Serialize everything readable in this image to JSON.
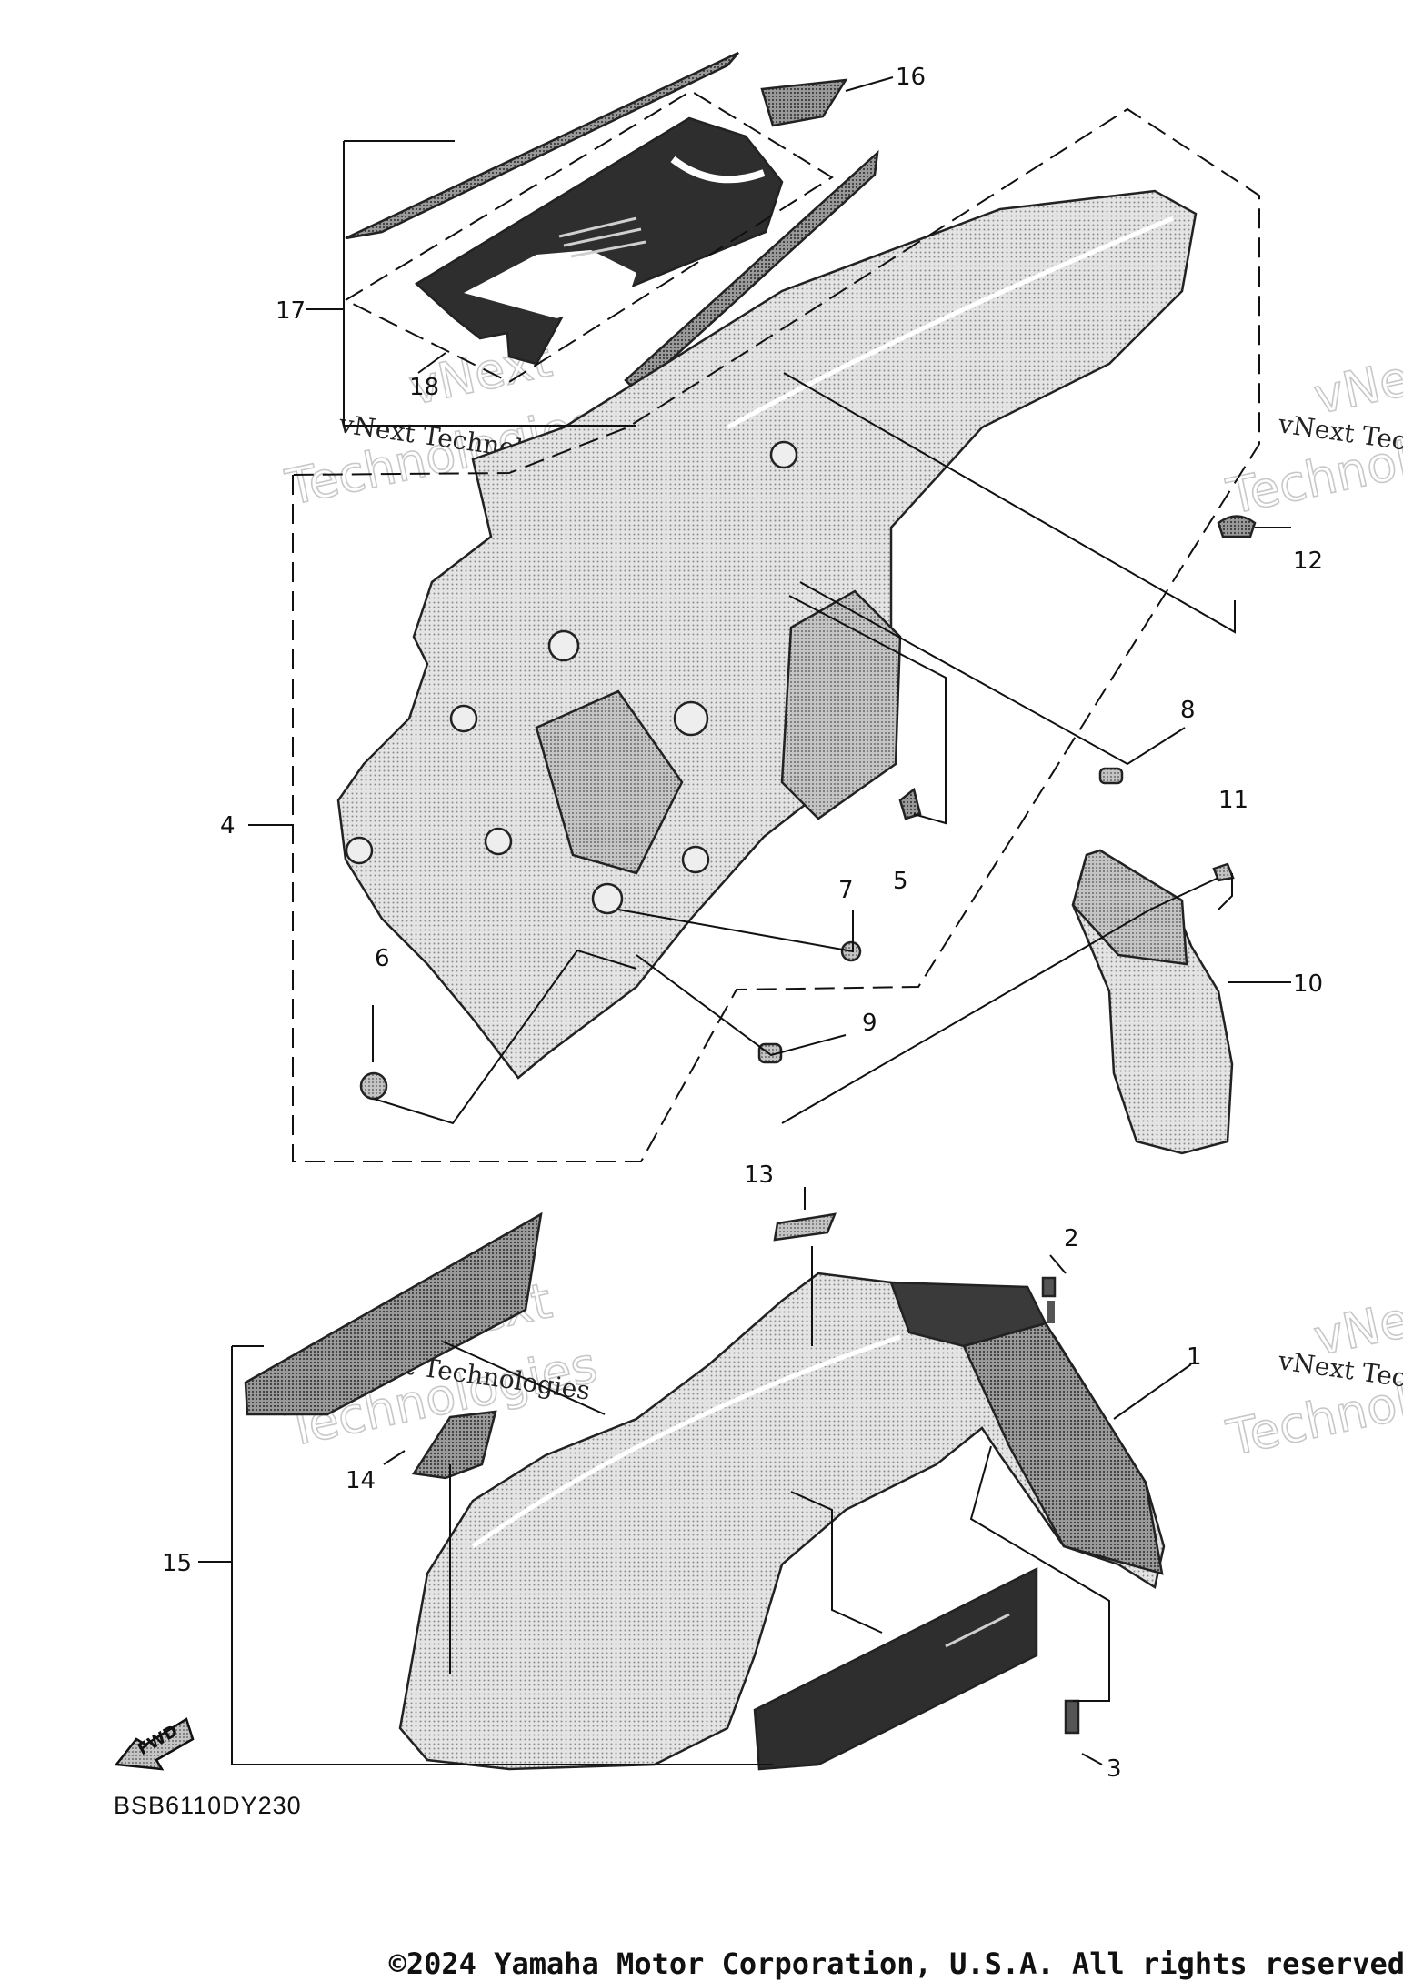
{
  "diagram": {
    "callouts": {
      "c1": "1",
      "c2": "2",
      "c3": "3",
      "c4": "4",
      "c5": "5",
      "c6": "6",
      "c7": "7",
      "c8": "8",
      "c9": "9",
      "c10": "10",
      "c11": "11",
      "c12": "12",
      "c13": "13",
      "c14": "14",
      "c15": "15",
      "c16": "16",
      "c17": "17",
      "c18": "18"
    },
    "fwd_label": "FWD",
    "diagram_code": "BSB6110DY230",
    "watermarks": {
      "brand": "vNext Technologies",
      "brand_short": "vNext Tec",
      "brand_big_top": "vNext",
      "brand_big_bottom": "Technologies"
    }
  },
  "footer": {
    "copyright": "©2024 Yamaha Motor Corporation, U.S.A. All rights reserved"
  },
  "colors": {
    "line": "#111111",
    "fender_fill": "#d8d8d8",
    "fender_shade": "#a9a9a9",
    "decal_dark": "#2e2e2e"
  }
}
